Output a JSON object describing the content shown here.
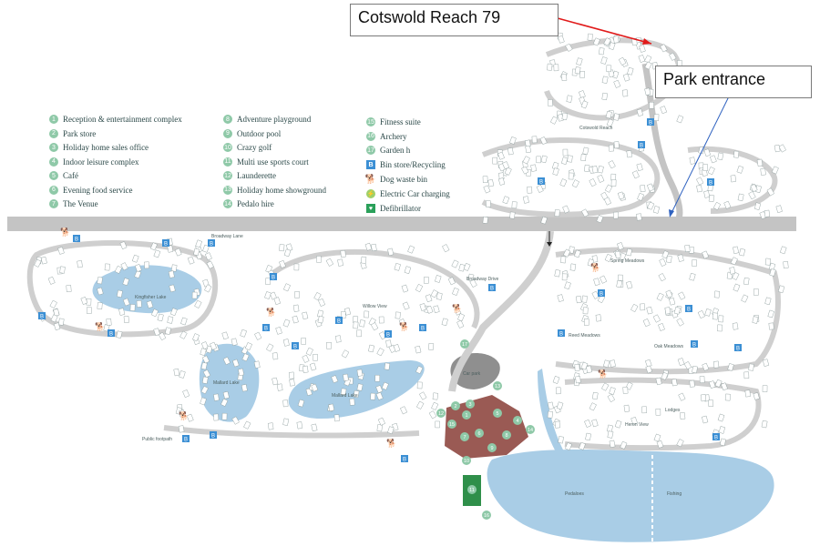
{
  "callouts": {
    "cotswold_reach": "Cotswold Reach 79",
    "park_entrance": "Park entrance"
  },
  "legend": {
    "facilities_col1": [
      {
        "num": "1",
        "label": "Reception & entertainment complex"
      },
      {
        "num": "2",
        "label": "Park store"
      },
      {
        "num": "3",
        "label": "Holiday home sales office"
      },
      {
        "num": "4",
        "label": "Indoor leisure complex"
      },
      {
        "num": "5",
        "label": "Café"
      },
      {
        "num": "6",
        "label": "Evening food service"
      },
      {
        "num": "7",
        "label": "The Venue"
      }
    ],
    "facilities_col2": [
      {
        "num": "8",
        "label": "Adventure playground"
      },
      {
        "num": "9",
        "label": "Outdoor pool"
      },
      {
        "num": "10",
        "label": "Crazy golf"
      },
      {
        "num": "11",
        "label": "Multi use sports court"
      },
      {
        "num": "12",
        "label": "Launderette"
      },
      {
        "num": "13",
        "label": "Holiday home showground"
      },
      {
        "num": "14",
        "label": "Pedalo hire"
      }
    ],
    "facilities_col3": [
      {
        "num": "15",
        "label": "Fitness suite"
      },
      {
        "num": "16",
        "label": "Archery"
      },
      {
        "num": "17",
        "label": "Garden h"
      }
    ],
    "bin_store": "Bin store/Recycling",
    "bin_letter": "B",
    "dog_bin": "Dog waste bin",
    "ev_charging": "Electric Car charging",
    "defibrillator": "Defibrillator"
  },
  "map_labels": {
    "cotswold_reach": "Cotswold Reach",
    "broadway_lane": "Broadway Lane",
    "broadway_drive": "Broadway Drive",
    "kingfisher_lake": "Kingfisher Lake",
    "willow_view": "Willow View",
    "mallard_lake_west": "Mallard Lake",
    "mallard_lake_east": "Mallard Lake",
    "car_park": "Car park",
    "spring_meadows": "Spring Meadows",
    "reed_meadows": "Reed Meadows",
    "oak_meadows": "Oak Meadows",
    "lodges": "Lodges",
    "heron_view": "Heron View",
    "public_footpath": "Public footpath",
    "pedaloes": "Pedaloes",
    "fishing": "Fishing"
  },
  "colors": {
    "road": "#c4c4c4",
    "lake": "#a9cde6",
    "complex": "#9a5a54",
    "car_park": "#8f8f8f",
    "callout_arrow_red": "#e11b1b",
    "callout_arrow_blue": "#2f62c0",
    "bin": "#3b8fd4",
    "green_num": "#8fc9a8"
  }
}
